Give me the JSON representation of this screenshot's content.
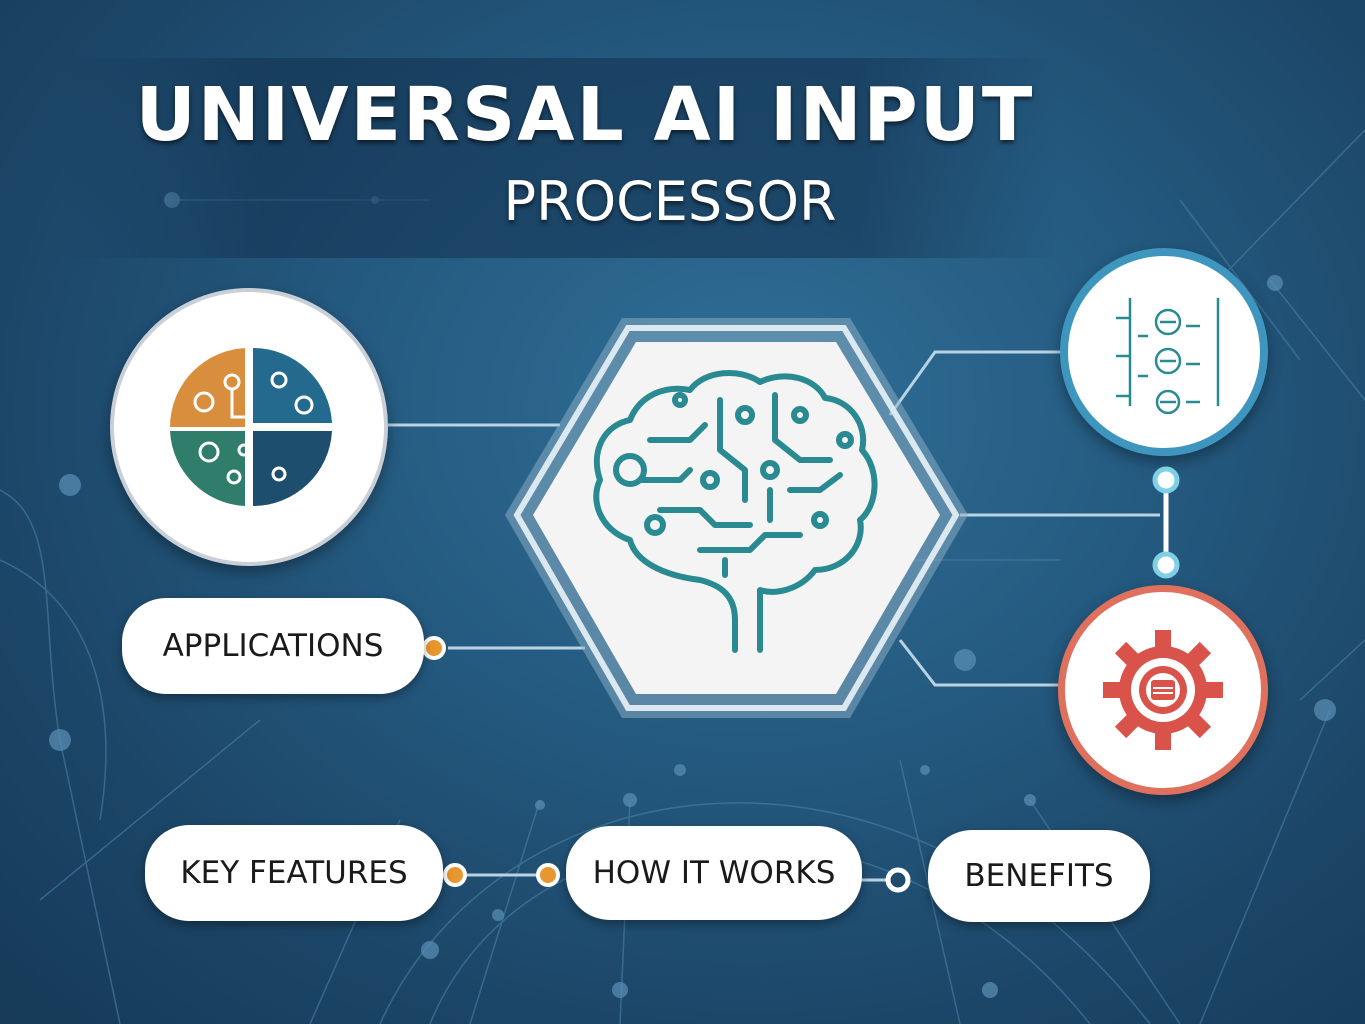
{
  "title": {
    "line1": "UNIVERSAL AI INPUT",
    "line2": "PROCESSOR"
  },
  "nodes": {
    "applications": "APPLICATIONS",
    "key_features": "KEY FEATURES",
    "how_it_works": "HOW IT WORKS",
    "benefits": "BENEFITS"
  },
  "colors": {
    "background": "#24597f",
    "accent_orange": "#e8962e",
    "accent_teal": "#2a8a92",
    "accent_red": "#d9534a",
    "ring_blue": "#3e96bf"
  },
  "icons": {
    "center": "circuit-brain-icon",
    "left": "segmented-circle-icon",
    "top_right": "list-document-icon",
    "bottom_right": "gear-icon"
  }
}
